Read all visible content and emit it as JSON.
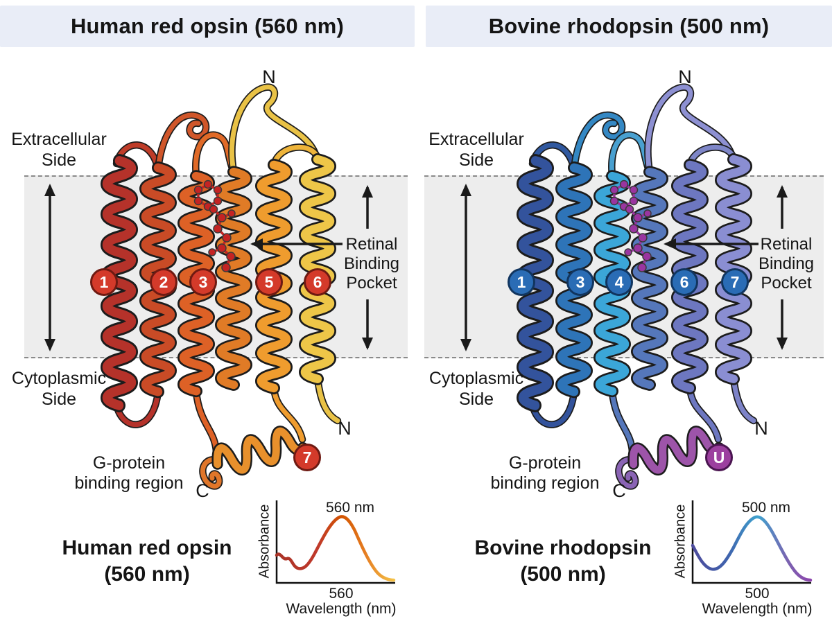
{
  "header": {
    "left_title": "Human red opsin (560 nm)",
    "right_title": "Bovine rhodopsin (500 nm)"
  },
  "shared_labels": {
    "extracellular_line1": "Extracellular",
    "extracellular_line2": "Side",
    "cytoplasmic_line1": "Cytoplasmic",
    "cytoplasmic_line2": "Side",
    "retinal_line1": "Retinal",
    "retinal_line2": "Binding",
    "retinal_line3": "Pocket",
    "gprotein_line1": "G-protein",
    "gprotein_line2": "binding region",
    "n_terminus": "N",
    "c_terminus": "C"
  },
  "left": {
    "caption_line1": "Human red opsin",
    "caption_line2": "(560 nm)",
    "helix_badges": [
      "1",
      "2",
      "3",
      "5",
      "6"
    ],
    "cytoplasmic_badge": "7",
    "spectrum": {
      "peak_label": "560 nm",
      "x_tick": "560",
      "x_axis_label": "Wavelength (nm)",
      "y_axis_label": "Absorbance"
    }
  },
  "right": {
    "caption_line1": "Bovine rhodopsin",
    "caption_line2": "(500 nm)",
    "helix_badges": [
      "1",
      "3",
      "4",
      "6",
      "7"
    ],
    "cytoplasmic_badge": "U",
    "spectrum": {
      "peak_label": "500 nm",
      "x_tick": "500",
      "x_axis_label": "Wavelength (nm)",
      "y_axis_label": "Absorbance"
    }
  },
  "colors": {
    "header_bg": "#e9edf7",
    "membrane_band": "#ededed",
    "left_badge": "#d43a2a",
    "right_badge": "#2a6cb5",
    "u_badge": "#9c3f9f",
    "left_helix_palette": [
      "#b5322a",
      "#c94b26",
      "#dd6126",
      "#e07b26",
      "#ef9c2e",
      "#eec648",
      "#e8902c"
    ],
    "right_helix_palette": [
      "#33539c",
      "#2e74b8",
      "#3ba6d8",
      "#5577bb",
      "#6d77c0",
      "#8a8ed2",
      "#9d54a9"
    ],
    "left_retinal": "#c42323",
    "right_retinal": "#9a35a0"
  },
  "chart_data": [
    {
      "type": "line",
      "title": "560 nm",
      "xlabel": "Wavelength (nm)",
      "ylabel": "Absorbance",
      "x_tick_labels": [
        "560"
      ],
      "peak_nm": 560,
      "x": [
        420,
        440,
        460,
        480,
        500,
        520,
        540,
        560,
        580,
        600,
        620,
        640
      ],
      "y": [
        0.32,
        0.27,
        0.22,
        0.25,
        0.38,
        0.6,
        0.85,
        1.0,
        0.78,
        0.35,
        0.12,
        0.04
      ],
      "legend": false,
      "grid": false
    },
    {
      "type": "line",
      "title": "500 nm",
      "xlabel": "Wavelength (nm)",
      "ylabel": "Absorbance",
      "x_tick_labels": [
        "500"
      ],
      "peak_nm": 500,
      "x": [
        380,
        400,
        420,
        440,
        460,
        480,
        500,
        520,
        540,
        560,
        580,
        600
      ],
      "y": [
        0.45,
        0.3,
        0.22,
        0.3,
        0.5,
        0.78,
        1.0,
        0.85,
        0.55,
        0.28,
        0.1,
        0.03
      ],
      "legend": false,
      "grid": false
    }
  ]
}
